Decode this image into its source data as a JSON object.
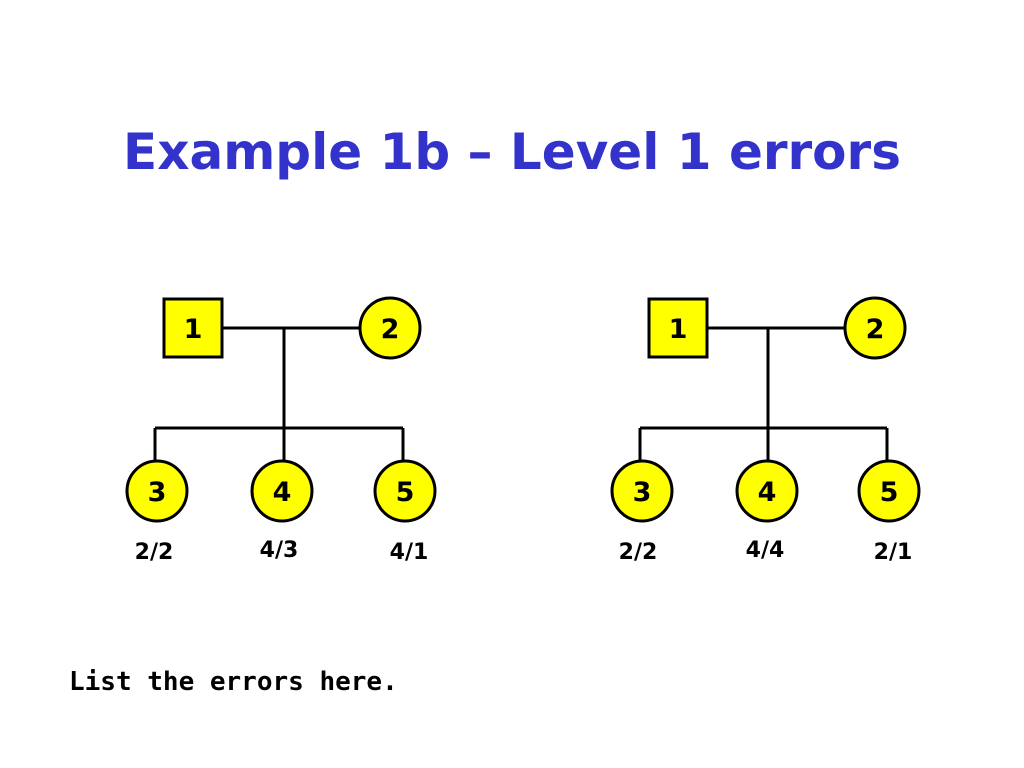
{
  "slide": {
    "title": "Example 1b – Level 1 errors",
    "instruction": "List the errors here."
  },
  "pedigrees": [
    {
      "father": {
        "id": "1",
        "sex": "male"
      },
      "mother": {
        "id": "2",
        "sex": "female"
      },
      "children": [
        {
          "id": "3",
          "sex": "female",
          "genotype": "2/2"
        },
        {
          "id": "4",
          "sex": "female",
          "genotype": "4/3"
        },
        {
          "id": "5",
          "sex": "female",
          "genotype": "4/1"
        }
      ]
    },
    {
      "father": {
        "id": "1",
        "sex": "male"
      },
      "mother": {
        "id": "2",
        "sex": "female"
      },
      "children": [
        {
          "id": "3",
          "sex": "female",
          "genotype": "2/2"
        },
        {
          "id": "4",
          "sex": "female",
          "genotype": "4/4"
        },
        {
          "id": "5",
          "sex": "female",
          "genotype": "2/1"
        }
      ]
    }
  ],
  "colors": {
    "title": "#3333cc",
    "node_fill": "#ffff00",
    "line": "#000000"
  }
}
